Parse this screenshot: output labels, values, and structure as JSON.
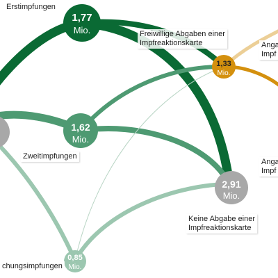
{
  "colors": {
    "dark_green": "#0a6a34",
    "mid_green": "#4e9a72",
    "light_green": "#9cc7b0",
    "orange": "#d4900e",
    "light_orange": "#eccf97",
    "grey": "#a8a8a8",
    "thin_line": "#b9d5c5"
  },
  "nodes": [
    {
      "id": "erst",
      "value": "1,77",
      "unit": "Mio."
    },
    {
      "id": "freiwillig",
      "value": "1,33",
      "unit": "Mio."
    },
    {
      "id": "zweit",
      "value": "1,62",
      "unit": "Mio."
    },
    {
      "id": "keine",
      "value": "2,91",
      "unit": "Mio."
    },
    {
      "id": "auffr",
      "value": "0,85",
      "unit": "Mio."
    }
  ],
  "labels": {
    "erstimpfungen": "Erstimpfungen",
    "freiwillig_line1": "Freiwillige Abgaben einer",
    "freiwillig_line2": "Impfreaktionskarte",
    "zweitimpfungen": "Zweitimpfungen",
    "keine_line1": "Keine Abgabe einer",
    "keine_line2": "Impfreaktionskarte",
    "auffr": "chungsimpfungen",
    "right_top_line1": "Anga",
    "right_top_line2": "Impf",
    "right_mid_line1": "Anga",
    "right_mid_line2": "Impf"
  }
}
